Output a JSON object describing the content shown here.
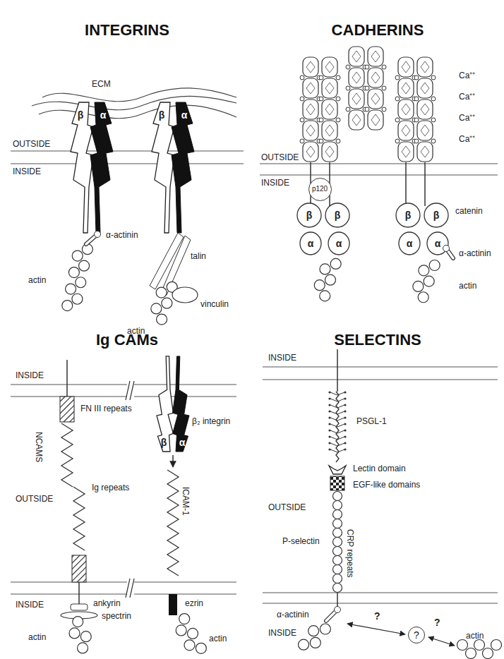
{
  "diagram": {
    "nodes": [
      {
        "text": [
          "p120"
        ]
      },
      {
        "text": [
          "?"
        ]
      }
    ],
    "labels": [
      "INTEGRINS",
      "ECM",
      "β",
      "α",
      "β",
      "α",
      "OUTSIDE",
      "INSIDE",
      "α-actinin",
      "actin",
      "talin",
      "vinculin",
      "actin",
      "CADHERINS",
      "Ca⁺⁺",
      "Ca⁺⁺",
      "Ca⁺⁺",
      "Ca⁺⁺",
      "OUTSIDE",
      "INSIDE",
      "β",
      "β",
      "β",
      "β",
      "α",
      "α",
      "α",
      "α",
      "catenin",
      "α-actinin",
      "actin",
      "Ig CAMs",
      "INSIDE",
      "FN III repeats",
      "β₂ integrin",
      "α",
      "β",
      "OUTSIDE",
      "NCAMS",
      "Ig repeats",
      "ICAM-1",
      "INSIDE",
      "ankyrin",
      "spectrin",
      "ezrin",
      "actin",
      "actin",
      "SELECTINS",
      "INSIDE",
      "PSGL-1",
      "Lectin domain",
      "EGF-like domains",
      "OUTSIDE",
      "P-selectin",
      "CRP repeats",
      "INSIDE",
      "α-actinin",
      "?",
      "?",
      "actin"
    ]
  }
}
